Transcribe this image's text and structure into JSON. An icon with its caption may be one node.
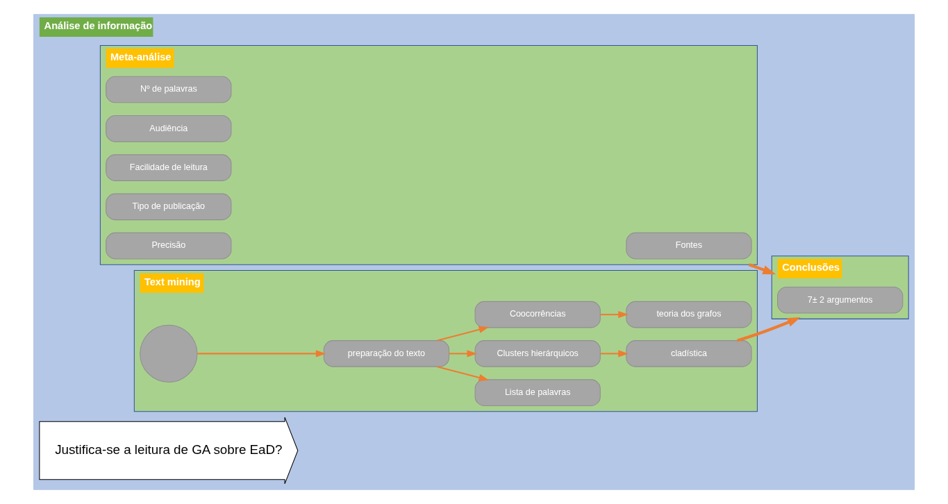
{
  "diagram": {
    "nodes": [
      {
        "text": [
          "Análise de informação"
        ]
      },
      {
        "text": [
          "Justifica-se a leitura de GA sobre EaD?"
        ],
        "in": 0
      },
      {
        "text": [
          "Meta-análise"
        ],
        "in": 0
      },
      {
        "text": [
          "Fontes"
        ],
        "in": 2
      },
      {
        "text": [
          "Nº de palavras"
        ],
        "in": 2
      },
      {
        "text": [
          "Audiência"
        ],
        "in": 2
      },
      {
        "text": [
          "Facilidade de leitura"
        ],
        "in": 2
      },
      {
        "text": [
          "Tipo de publicação"
        ],
        "in": 2
      },
      {
        "text": [
          "Precisão"
        ],
        "in": 2
      },
      {
        "text": [
          "Text mining"
        ],
        "in": 0
      },
      {
        "text": [],
        "shape": "circle",
        "in": 9
      },
      {
        "text": [
          "preparação do texto"
        ],
        "in": 9
      },
      {
        "text": [
          "Lista de palavras"
        ],
        "in": 9
      },
      {
        "text": [
          "Clusters hierárquicos"
        ],
        "in": 9
      },
      {
        "text": [
          "Coocorrências"
        ],
        "in": 9
      },
      {
        "text": [
          "cladística"
        ],
        "in": 9
      },
      {
        "text": [
          "teoria dos grafos"
        ],
        "in": 9
      },
      {
        "text": [
          "Conclusões"
        ],
        "in": 0
      },
      {
        "text": [
          "7± 2 argumentos"
        ],
        "in": 17
      }
    ],
    "edges": [
      {
        "from": 10,
        "to": 11,
        "arrow": "to"
      },
      {
        "from": 11,
        "to": 12,
        "arrow": "to"
      },
      {
        "from": 11,
        "to": 13,
        "arrow": "to"
      },
      {
        "from": 11,
        "to": 14,
        "arrow": "to"
      },
      {
        "from": 13,
        "to": 15,
        "arrow": "to"
      },
      {
        "from": 14,
        "to": 16,
        "arrow": "to"
      },
      {
        "from": 2,
        "to": 17,
        "arrow": "to",
        "style": "thick"
      },
      {
        "from": 15,
        "to": 17,
        "arrow": "to",
        "style": "thick"
      }
    ]
  }
}
